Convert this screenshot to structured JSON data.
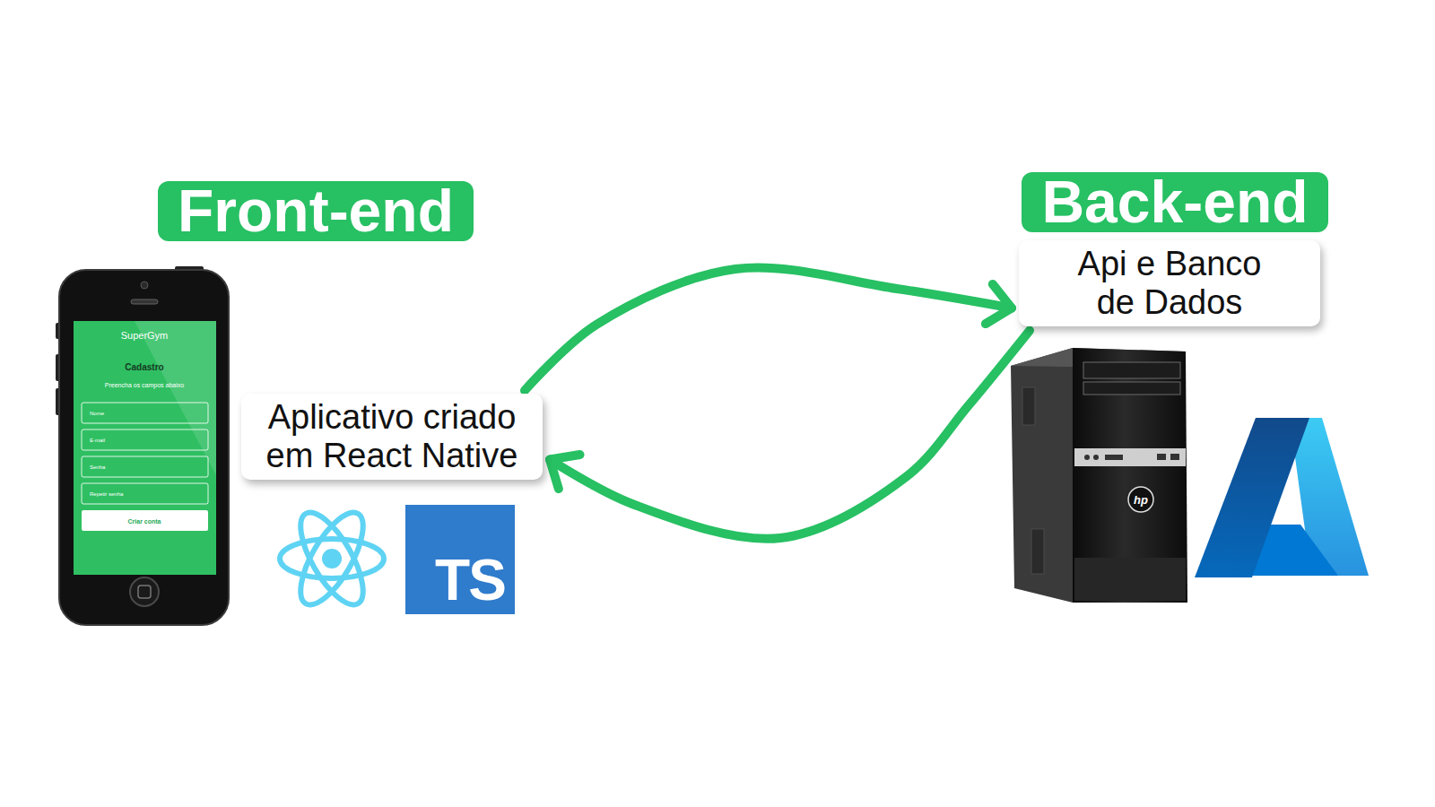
{
  "diagram": {
    "nodes": [
      {
        "text": [
          "Front-end"
        ]
      },
      {
        "text": [
          "Aplicativo criado em React Native"
        ]
      },
      {
        "text": [
          "Back-end"
        ]
      },
      {
        "text": [
          "Api e Banco de Dados"
        ]
      }
    ],
    "edges": [
      {
        "from": 1,
        "to": 3,
        "arrow": "to"
      },
      {
        "from": 3,
        "to": 1,
        "arrow": "to"
      }
    ],
    "labels": [
      "SuperGym",
      "Cadastro",
      "Preencha os campos abaixo",
      "Nome",
      "E-mail",
      "Senha",
      "Repetir senha",
      "Criar conta",
      "TS",
      "hp"
    ]
  }
}
